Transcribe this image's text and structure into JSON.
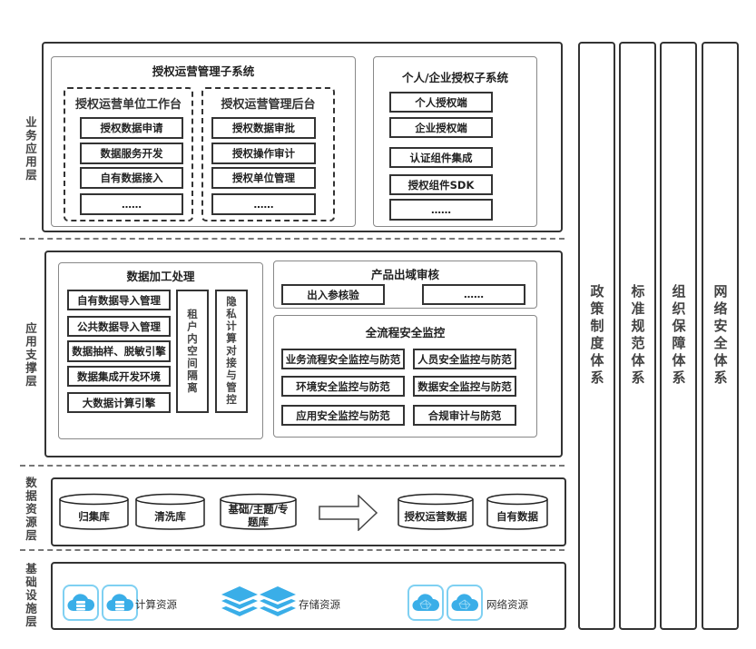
{
  "layers": {
    "business": "业务应用层",
    "support": "应用支撑层",
    "data_resource": "数据资源层",
    "infrastructure": "基础设施层"
  },
  "business_layer": {
    "auth_ops_subsystem": {
      "title": "授权运营管理子系统",
      "workbench": {
        "title": "授权运营单位工作台",
        "items": [
          "授权数据申请",
          "数据服务开发",
          "自有数据接入",
          "……"
        ]
      },
      "backend": {
        "title": "授权运营管理后台",
        "items": [
          "授权数据审批",
          "授权操作审计",
          "授权单位管理",
          "……"
        ]
      }
    },
    "personal_enterprise_subsystem": {
      "title": "个人/企业授权子系统",
      "items": [
        "个人授权端",
        "企业授权端",
        "认证组件集成",
        "授权组件SDK",
        "……"
      ]
    }
  },
  "support_layer": {
    "data_processing": {
      "title": "数据加工处理",
      "items": [
        "自有数据导入管理",
        "公共数据导入管理",
        "数据抽样、脱敏引擎",
        "数据集成开发环境",
        "大数据计算引擎"
      ],
      "tenant_isolation": "租户内空间隔离",
      "privacy_compute": "隐私计算对接与管控"
    },
    "product_review": {
      "title": "产品出域审核",
      "items": [
        "出入参核验",
        "……"
      ]
    },
    "security_monitoring": {
      "title": "全流程安全监控",
      "items": [
        "业务流程安全监控与防范",
        "人员安全监控与防范",
        "环境安全监控与防范",
        "数据安全监控与防范",
        "应用安全监控与防范",
        "合规审计与防范"
      ]
    }
  },
  "data_layer": {
    "databases": [
      "归集库",
      "清洗库",
      "基础/主题/专题库"
    ],
    "outputs": [
      "授权运营数据",
      "自有数据"
    ],
    "arrow_icon": "right-arrow-icon"
  },
  "infra_layer": {
    "compute": {
      "label": "计算资源",
      "icon": "cloud-server-icon"
    },
    "storage": {
      "label": "存储资源",
      "icon": "layers-stack-icon"
    },
    "network": {
      "label": "网络资源",
      "icon": "cloud-network-icon"
    },
    "icon_color": "#3aaee8",
    "tile_border_color": "#7fd0f2"
  },
  "pillars": [
    "政策制度体系",
    "标准规范体系",
    "组织保障体系",
    "网络安全体系"
  ]
}
